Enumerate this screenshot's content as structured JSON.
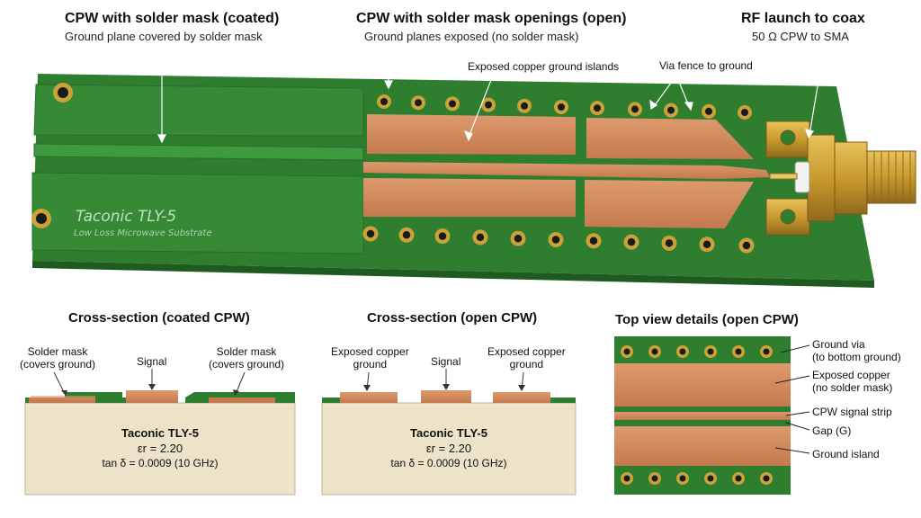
{
  "top_labels": {
    "coated": {
      "title": "CPW with solder mask (coated)",
      "subtitle": "Ground plane covered by solder mask"
    },
    "open": {
      "title": "CPW with solder mask openings (open)",
      "subtitle": "Ground planes exposed (no solder mask)"
    },
    "launch": {
      "title": "RF launch to coax",
      "subtitle": "50 Ω CPW to SMA"
    },
    "islands": "Exposed copper ground islands",
    "via_fence": "Via fence to ground"
  },
  "board": {
    "brand": "Taconic  TLY-5",
    "brand_sub": "Low Loss Microwave Substrate"
  },
  "cross_coated": {
    "title": "Cross-section  (coated CPW)",
    "left_label": "Solder mask\n(covers ground)",
    "signal_label": "Signal",
    "right_label": "Solder mask\n(covers ground)",
    "material": "Taconic TLY-5",
    "er": "εr = 2.20",
    "tand": "tan δ = 0.0009 (10 GHz)"
  },
  "cross_open": {
    "title": "Cross-section  (open CPW)",
    "left_label": "Exposed copper\nground",
    "signal_label": "Signal",
    "right_label": "Exposed copper\nground",
    "material": "Taconic TLY-5",
    "er": "εr = 2.20",
    "tand": "tan δ = 0.0009 (10 GHz)"
  },
  "top_view": {
    "title": "Top view details (open CPW)",
    "labels": [
      "Ground via\n(to bottom ground)",
      "Exposed copper\n(no solder mask)",
      "CPW signal strip",
      "Gap (G)",
      "Ground island"
    ]
  },
  "colors": {
    "pcb_green": "#2f7d2f",
    "copper": "#d08a5c",
    "substrate": "#ece3c8",
    "gold": "#c9a23a"
  }
}
